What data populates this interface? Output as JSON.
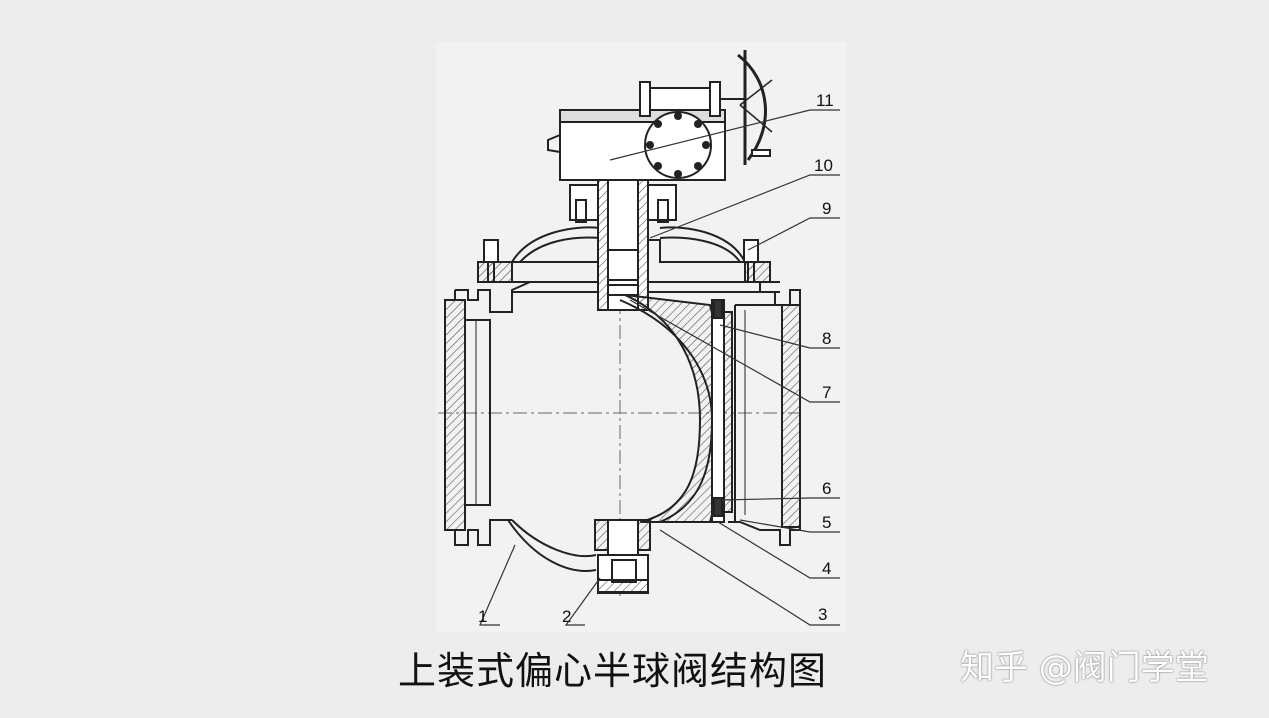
{
  "caption": "上装式偏心半球阀结构图",
  "watermark": "知乎 @阀门学堂",
  "callouts": [
    "1",
    "2",
    "3",
    "4",
    "5",
    "6",
    "7",
    "8",
    "9",
    "10",
    "11"
  ],
  "colors": {
    "line": "#222222",
    "hatch": "#555555",
    "center_line": "#666666",
    "page": "#ededed",
    "drawing_bg": "#f1f1f1"
  }
}
